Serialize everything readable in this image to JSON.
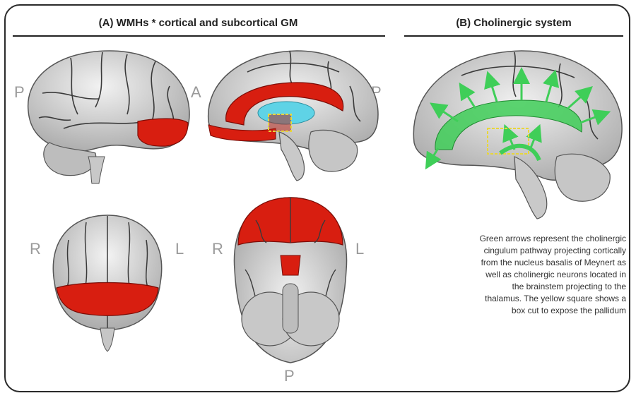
{
  "panels": {
    "a": {
      "title": "(A) WMHs * cortical and subcortical GM"
    },
    "b": {
      "title": "(B) Cholinergic system"
    }
  },
  "orientation_labels": {
    "lateral_p": "P",
    "medial_a": "A",
    "medial_p": "P",
    "frontal_r": "R",
    "frontal_l": "L",
    "inferior_r": "R",
    "inferior_l": "L",
    "inferior_p": "P"
  },
  "caption_lines": [
    "Green arrows represent the cholinergic",
    "cingulum pathway projecting cortically",
    "from the nucleus basalis of Meynert as",
    "well as cholinergic neurons located in",
    "the brainstem projecting to the",
    "thalamus. The yellow square shows a",
    "box cut to expose the pallidum"
  ],
  "colors": {
    "highlight_red": "#d81e10",
    "cholinergic_green": "#3fce58",
    "ventricle_blue": "#5fd3e6",
    "box_yellow": "#e8d63a",
    "brain_gray": "#d8d8d8"
  }
}
